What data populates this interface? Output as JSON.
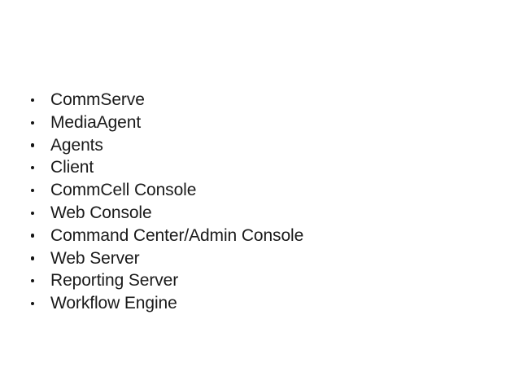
{
  "slide": {
    "background_color": "#ffffff",
    "text_color": "#1a1a1a",
    "bullet_color": "#151515",
    "bullet_glyph": "bullet-dot-icon"
  },
  "list": {
    "items": [
      {
        "label": "CommServe"
      },
      {
        "label": "MediaAgent"
      },
      {
        "label": "Agents"
      },
      {
        "label": "Client"
      },
      {
        "label": "CommCell Console"
      },
      {
        "label": "Web Console"
      },
      {
        "label": "Command Center/Admin Console"
      },
      {
        "label": "Web Server"
      },
      {
        "label": "Reporting Server"
      },
      {
        "label": "Workflow Engine"
      }
    ]
  }
}
